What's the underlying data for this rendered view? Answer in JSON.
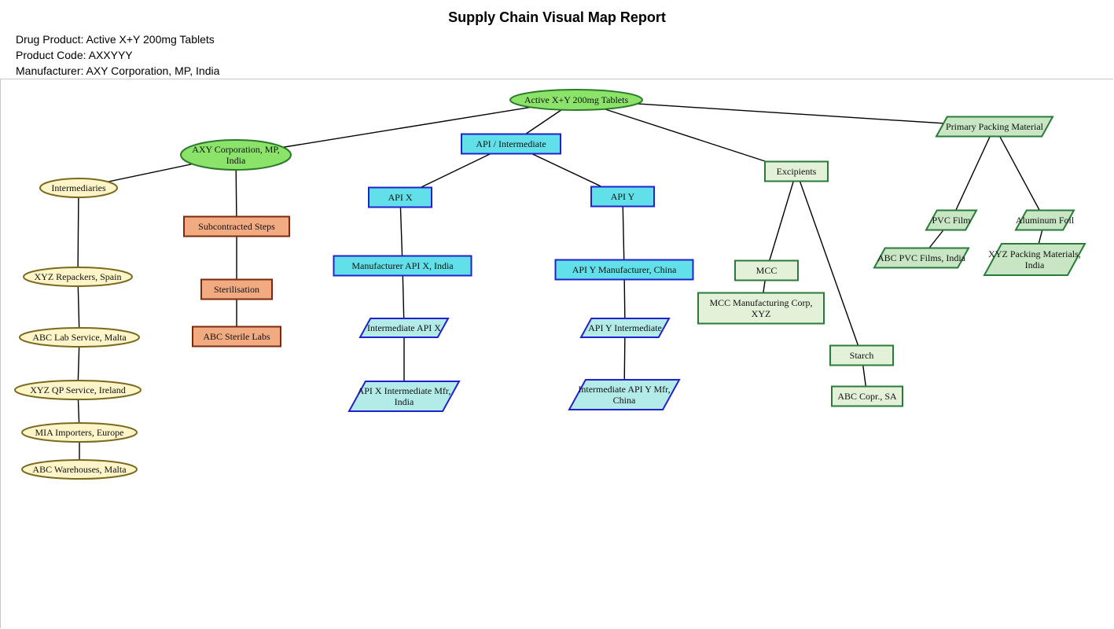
{
  "header": {
    "title": "Supply Chain Visual Map Report",
    "drug_product": "Drug Product: Active X+Y 200mg Tablets",
    "product_code": "Product Code: AXXYYY",
    "manufacturer": "Manufacturer: AXY Corporation, MP, India"
  },
  "colors": {
    "green_fill": "#8be36a",
    "green_stroke": "#2a7a2a",
    "cream_fill": "#fff5c8",
    "cream_stroke": "#7a6a20",
    "orange_fill": "#f2aa80",
    "orange_stroke": "#7a2a10",
    "cyan_fill": "#62e0ea",
    "cyan_stroke": "#2222cc",
    "aqua_fill": "#b2ebe8",
    "pale_green_fill": "#e2f1d8",
    "pale_green_stroke": "#2a7a3a",
    "mint_fill": "#c8e6c4"
  },
  "nodes": [
    {
      "id": "product",
      "shape": "ellipse",
      "style": "green",
      "lines": [
        "Active X+Y 200mg Tablets"
      ]
    },
    {
      "id": "axy",
      "shape": "ellipse",
      "style": "green",
      "lines": [
        "AXY Corporation, MP,",
        "India"
      ]
    },
    {
      "id": "intermediaries",
      "shape": "ellipse",
      "style": "cream",
      "lines": [
        "Intermediaries"
      ]
    },
    {
      "id": "xyz-repackers",
      "shape": "ellipse",
      "style": "cream",
      "lines": [
        "XYZ Repackers, Spain"
      ]
    },
    {
      "id": "abc-lab",
      "shape": "ellipse",
      "style": "cream",
      "lines": [
        "ABC Lab Service, Malta"
      ]
    },
    {
      "id": "xyz-qp",
      "shape": "ellipse",
      "style": "cream",
      "lines": [
        "XYZ QP Service, Ireland"
      ]
    },
    {
      "id": "mia-importers",
      "shape": "ellipse",
      "style": "cream",
      "lines": [
        "MIA Importers, Europe"
      ]
    },
    {
      "id": "abc-warehouses",
      "shape": "ellipse",
      "style": "cream",
      "lines": [
        "ABC Warehouses, Malta"
      ]
    },
    {
      "id": "subcontracted",
      "shape": "rect",
      "style": "orange",
      "lines": [
        "Subcontracted Steps"
      ]
    },
    {
      "id": "sterilisation",
      "shape": "rect",
      "style": "orange",
      "lines": [
        "Sterilisation"
      ]
    },
    {
      "id": "abc-sterile",
      "shape": "rect",
      "style": "orange",
      "lines": [
        "ABC Sterile Labs"
      ]
    },
    {
      "id": "api-intermediate",
      "shape": "rect",
      "style": "cyan",
      "lines": [
        "API / Intermediate"
      ]
    },
    {
      "id": "api-x",
      "shape": "rect",
      "style": "cyan",
      "lines": [
        "API X"
      ]
    },
    {
      "id": "api-y",
      "shape": "rect",
      "style": "cyan",
      "lines": [
        "API Y"
      ]
    },
    {
      "id": "mfr-api-x",
      "shape": "rect",
      "style": "cyan",
      "lines": [
        "Manufacturer API X, India"
      ]
    },
    {
      "id": "mfr-api-y",
      "shape": "rect",
      "style": "cyan",
      "lines": [
        "API Y Manufacturer, China"
      ]
    },
    {
      "id": "int-api-x",
      "shape": "para",
      "style": "aqua",
      "lines": [
        "Intermediate API X"
      ]
    },
    {
      "id": "int-api-y",
      "shape": "para",
      "style": "aqua",
      "lines": [
        "API Y Intermediate"
      ]
    },
    {
      "id": "int-x-mfr",
      "shape": "para",
      "style": "aqua",
      "lines": [
        "API X Intermediate Mfr,",
        "India"
      ]
    },
    {
      "id": "int-y-mfr",
      "shape": "para",
      "style": "aqua",
      "lines": [
        "Intermediate API Y Mfr,",
        "China"
      ]
    },
    {
      "id": "excipients",
      "shape": "rect",
      "style": "pale",
      "lines": [
        "Excipients"
      ]
    },
    {
      "id": "mcc",
      "shape": "rect",
      "style": "pale",
      "lines": [
        "MCC"
      ]
    },
    {
      "id": "mcc-mfr",
      "shape": "rect",
      "style": "pale",
      "lines": [
        "MCC Manufacturing Corp,",
        "XYZ"
      ]
    },
    {
      "id": "starch",
      "shape": "rect",
      "style": "pale",
      "lines": [
        "Starch"
      ]
    },
    {
      "id": "abc-copr",
      "shape": "rect",
      "style": "pale",
      "lines": [
        "ABC Copr., SA"
      ]
    },
    {
      "id": "primary-packing",
      "shape": "para",
      "style": "mint",
      "lines": [
        "Primary Packing Material"
      ]
    },
    {
      "id": "pvc-film",
      "shape": "para",
      "style": "mint",
      "lines": [
        "PVC Film"
      ]
    },
    {
      "id": "aluminum-foil",
      "shape": "para",
      "style": "mint",
      "lines": [
        "Aluminum Foil"
      ]
    },
    {
      "id": "abc-pvc",
      "shape": "para",
      "style": "mint",
      "lines": [
        "ABC PVC Films, India"
      ]
    },
    {
      "id": "xyz-packing",
      "shape": "para",
      "style": "mint",
      "lines": [
        "XYZ Packing Materials,",
        "India"
      ]
    }
  ],
  "edges": [
    [
      "product",
      "axy"
    ],
    [
      "product",
      "api-intermediate"
    ],
    [
      "product",
      "excipients"
    ],
    [
      "product",
      "primary-packing"
    ],
    [
      "axy",
      "intermediaries"
    ],
    [
      "axy",
      "subcontracted"
    ],
    [
      "intermediaries",
      "xyz-repackers"
    ],
    [
      "xyz-repackers",
      "abc-lab"
    ],
    [
      "abc-lab",
      "xyz-qp"
    ],
    [
      "xyz-qp",
      "mia-importers"
    ],
    [
      "mia-importers",
      "abc-warehouses"
    ],
    [
      "subcontracted",
      "sterilisation"
    ],
    [
      "sterilisation",
      "abc-sterile"
    ],
    [
      "api-intermediate",
      "api-x"
    ],
    [
      "api-intermediate",
      "api-y"
    ],
    [
      "api-x",
      "mfr-api-x"
    ],
    [
      "mfr-api-x",
      "int-api-x"
    ],
    [
      "int-api-x",
      "int-x-mfr"
    ],
    [
      "api-y",
      "mfr-api-y"
    ],
    [
      "mfr-api-y",
      "int-api-y"
    ],
    [
      "int-api-y",
      "int-y-mfr"
    ],
    [
      "excipients",
      "mcc"
    ],
    [
      "excipients",
      "starch"
    ],
    [
      "mcc",
      "mcc-mfr"
    ],
    [
      "starch",
      "abc-copr"
    ],
    [
      "primary-packing",
      "pvc-film"
    ],
    [
      "primary-packing",
      "aluminum-foil"
    ],
    [
      "pvc-film",
      "abc-pvc"
    ],
    [
      "aluminum-foil",
      "xyz-packing"
    ]
  ]
}
